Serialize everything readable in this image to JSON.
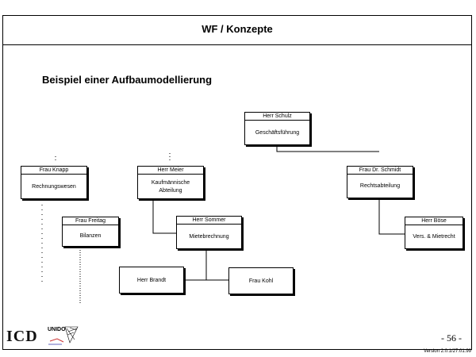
{
  "header": {
    "title": "WF / Konzepte"
  },
  "subtitle": "Beispiel einer Aufbaumodellierung",
  "org": {
    "top": {
      "person": "Herr Schulz",
      "dept": "Geschäftsführung"
    },
    "left": {
      "person": "Frau Knapp",
      "dept": "Rechnungswesen"
    },
    "left_sub": {
      "person": "Frau Freitag",
      "dept": "Bilanzen"
    },
    "middle": {
      "person": "Herr Meier",
      "dept": "Kaufmännische\nAbteilung"
    },
    "middle_sub": {
      "person": "Herr Sommer",
      "dept": "Mietebrechnung"
    },
    "staff_left": "Herr Brandt",
    "staff_right": "Frau Kohl",
    "right": {
      "person": "Frau Dr. Schmidt",
      "dept": "Rechtsabteilung"
    },
    "right_sub": {
      "person": "Herr Böse",
      "dept": "Vers. & Mietrecht"
    }
  },
  "footer": {
    "logo_icd": "ICD",
    "logo_unido": "UNIDO",
    "page_number": "- 56 -",
    "version": "Version 2.0.1/27.01.99"
  }
}
